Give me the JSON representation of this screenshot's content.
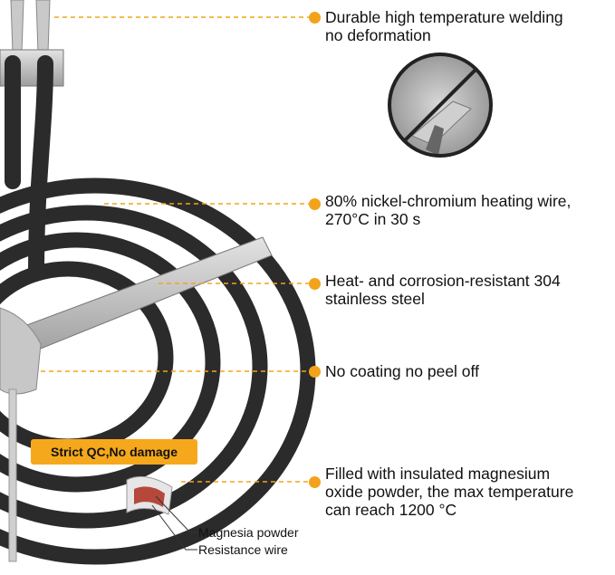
{
  "features": [
    {
      "id": "welding",
      "text": "Durable high temperature welding\nno deformation"
    },
    {
      "id": "wire",
      "text": "80% nickel-chromium heating wire,\n270°C in 30 s"
    },
    {
      "id": "steel",
      "text": "Heat- and corrosion-resistant 304\nstainless steel"
    },
    {
      "id": "coating",
      "text": "No coating no peel off"
    },
    {
      "id": "filled",
      "text": "Filled with insulated magnesium\noxide powder, the max temperature\ncan reach 1200 °C"
    }
  ],
  "badge": {
    "text": "Strict QC,No damage"
  },
  "cross_section": {
    "labels": [
      "Magnesia powder",
      "Resistance wire"
    ]
  },
  "colors": {
    "accent": "#f3a31b",
    "coil": "#2b2b2b",
    "steel": "#b9b9b9"
  },
  "icons": [
    "no-weld-deformation-icon"
  ]
}
